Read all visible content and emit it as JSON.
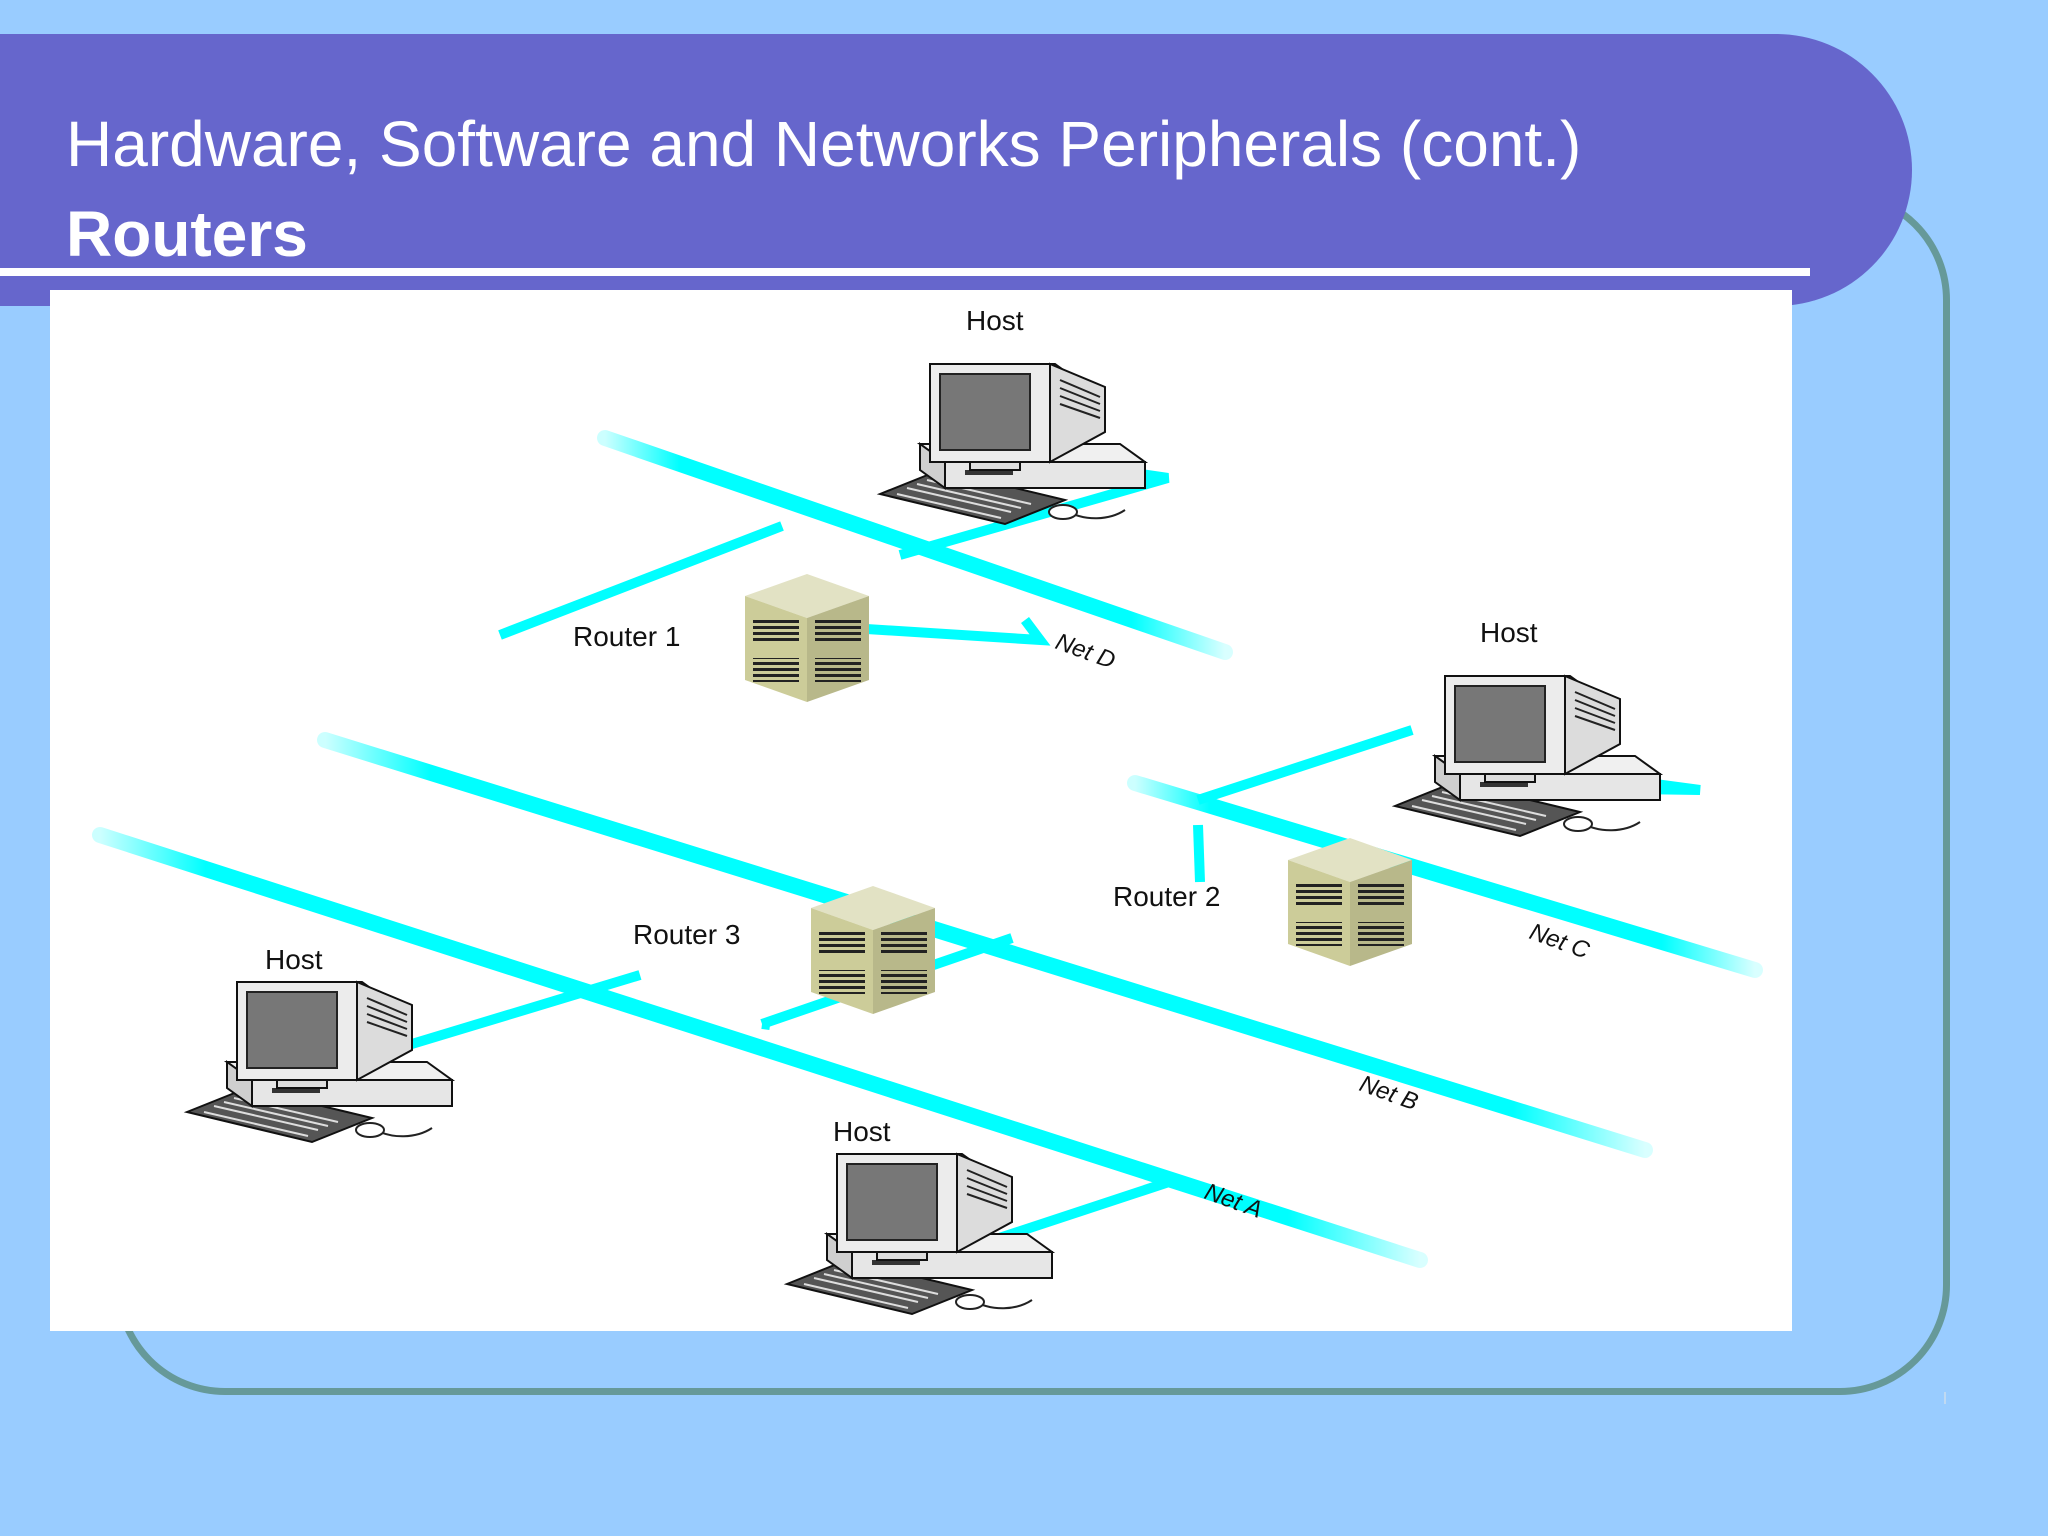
{
  "slide": {
    "title_line1": "Hardware, Software and Networks Peripherals (cont.)",
    "title_line2": "Routers"
  },
  "diagram": {
    "routers": [
      {
        "label": "Router 1"
      },
      {
        "label": "Router 2"
      },
      {
        "label": "Router 3"
      }
    ],
    "hosts": [
      {
        "label": "Host"
      },
      {
        "label": "Host"
      },
      {
        "label": "Host"
      },
      {
        "label": "Host"
      }
    ],
    "networks": [
      {
        "label": "Net A"
      },
      {
        "label": "Net B"
      },
      {
        "label": "Net C"
      },
      {
        "label": "Net D"
      }
    ],
    "colors": {
      "network_cable": "#00ffff",
      "router_body": "#cccc99",
      "background": "#99ccff",
      "title_bar": "#6666cc",
      "frame": "#669999"
    }
  }
}
